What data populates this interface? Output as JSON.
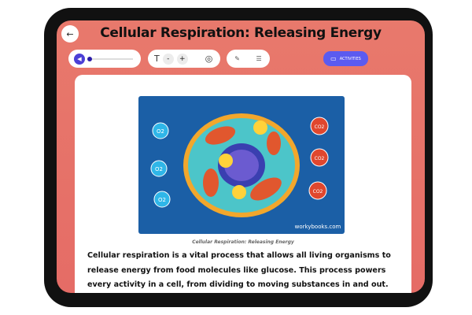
{
  "header": {
    "title": "Cellular Respiration: Releasing Energy",
    "back_icon": "arrow-left-icon"
  },
  "toolbar": {
    "audio_progress": 0.02,
    "decrease_label": "-",
    "increase_label": "+",
    "activities_label": "ACTIVITIES",
    "accent": "#5b5bf0"
  },
  "image": {
    "watermark": "workybooks.com",
    "labels_in": [
      "O2",
      "O2",
      "O2"
    ],
    "labels_out": [
      "CO2",
      "CO2",
      "CO2"
    ]
  },
  "content": {
    "caption": "Cellular Respiration: Releasing Energy",
    "paragraph": "Cellular respiration is a vital process that allows all living organisms to release energy from food molecules like glucose. This process powers every activity in a cell, from dividing to moving substances in and out. Cellular respiration is not the"
  },
  "colors": {
    "background": "#e8756a",
    "frame": "#111111"
  }
}
